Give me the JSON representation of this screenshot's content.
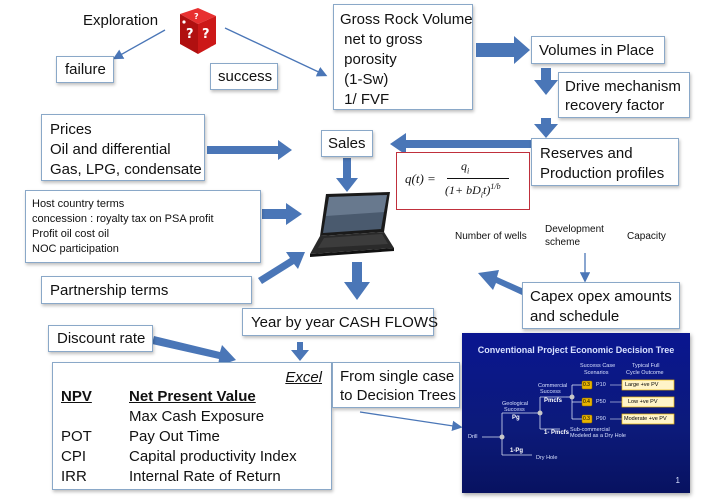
{
  "exploration": "Exploration",
  "failure": "failure",
  "success": "success",
  "gross_rock_volume": [
    "Gross Rock Volume",
    " net to gross",
    " porosity",
    " (1-Sw)",
    " 1/ FVF"
  ],
  "volumes_in_place": "Volumes in Place",
  "drive_mechanism": [
    "Drive mechanism",
    "recovery factor"
  ],
  "prices": [
    "Prices",
    "Oil and differential",
    "Gas, LPG, condensate"
  ],
  "sales": "Sales",
  "reserves": [
    "Reserves and",
    "Production profiles"
  ],
  "formula": {
    "lhs": "q(t) =",
    "numerator": "q",
    "numerator_sub": "i",
    "denominator": "(1+ bD",
    "denominator_sub": "i",
    "denominator_tail": "t)",
    "exp_num": "1",
    "exp_den": "b"
  },
  "host_country": [
    "Host country terms",
    "concession : royalty tax on PSA profit",
    "Profit oil cost oil",
    "NOC participation"
  ],
  "number_of_wells": "Number of wells",
  "development_scheme": [
    "Development",
    "scheme"
  ],
  "capacity": "Capacity",
  "partnership_terms": "Partnership terms",
  "capex": [
    "Capex opex amounts",
    "and schedule"
  ],
  "cash_flows": "Year by year CASH FLOWS",
  "discount_rate": "Discount rate",
  "excel": "Excel",
  "npv_table": {
    "header": [
      "NPV",
      "Net Present Value"
    ],
    "rows": [
      [
        "",
        "Max Cash Exposure"
      ],
      [
        "POT",
        "Pay Out Time"
      ],
      [
        "CPI",
        "Capital productivity Index"
      ],
      [
        "IRR",
        "Internal Rate of Return"
      ]
    ]
  },
  "single_case": [
    "From single case",
    "to Decision Trees"
  ],
  "decision_tree": {
    "title": "Conventional Project Economic Decision Tree",
    "success_case": [
      "Success Case",
      "Scenarios"
    ],
    "typical_full": [
      "Typical Full",
      "Cycle Outcome"
    ],
    "commercial_success": [
      "Commercial",
      "Success"
    ],
    "geological_success": [
      "Geological",
      "Success"
    ],
    "pg": "Pg",
    "pmcfs": "Pmcfs",
    "one_minus_pmcfs": "1- Pmcfs",
    "one_minus_pg": "1-Pg",
    "sub_commercial": [
      "Sub-commercial",
      "Modeled as a Dry Hole"
    ],
    "dry_hole": "Dry Hole",
    "drill": "Drill",
    "scenarios": [
      {
        "prob": "0.3",
        "label": "P10",
        "outcome": "Large +ve PV"
      },
      {
        "prob": "0.4",
        "label": "P50",
        "outcome": "Low +ve PV"
      },
      {
        "prob": "0.3",
        "label": "P90",
        "outcome": "Moderate +ve PV"
      }
    ],
    "page": "1"
  },
  "colors": {
    "arrow": "#4a76b7",
    "box_border": "#8aa8c8",
    "slide_bg": "#0c1a8a",
    "slide_title": "#d8e1ff",
    "dice": "#cc1111",
    "formula_border": "#c0303c"
  }
}
